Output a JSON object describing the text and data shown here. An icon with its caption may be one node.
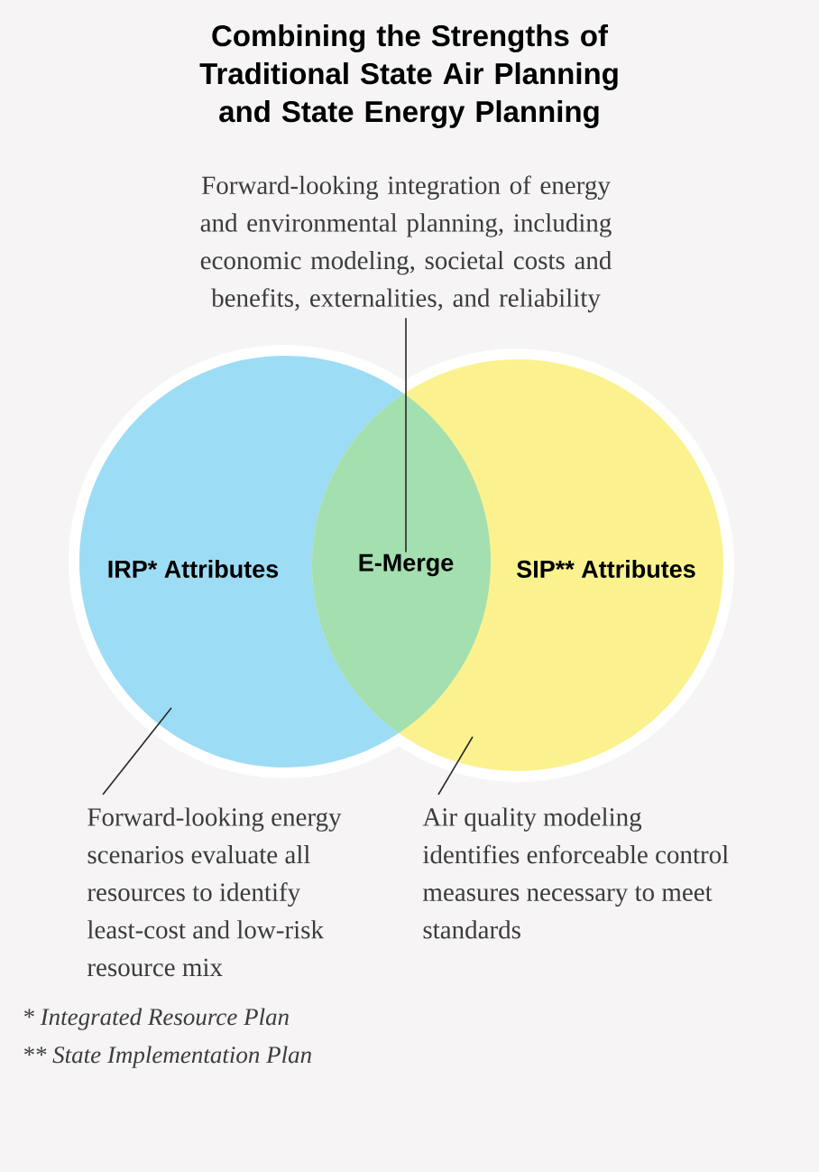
{
  "diagram": {
    "title": "Combining the Strengths of Traditional State Air Planning and State Energy Planning",
    "nodes": [
      {
        "text": [
          "IRP* Attributes"
        ]
      },
      {
        "text": [
          "SIP** Attributes"
        ]
      },
      {
        "text": [
          "E-Merge"
        ]
      },
      {
        "text": [
          "Forward-looking integration of energy and environmental planning, including economic modeling, societal costs and benefits, externalities, and reliability"
        ]
      },
      {
        "text": [
          "Forward-looking energy scenarios evaluate all resources to identify least-cost and low-risk resource mix"
        ]
      },
      {
        "text": [
          "Air quality modeling identifies enforceable control measures necessary to meet standards"
        ]
      }
    ],
    "edges": [
      {
        "from": 3,
        "to": 2,
        "arrow": "none"
      },
      {
        "from": 4,
        "to": 0,
        "arrow": "none"
      },
      {
        "from": 5,
        "to": 1,
        "arrow": "none"
      }
    ],
    "labels": [
      "* Integrated Resource Plan",
      "** State Implementation Plan"
    ]
  }
}
